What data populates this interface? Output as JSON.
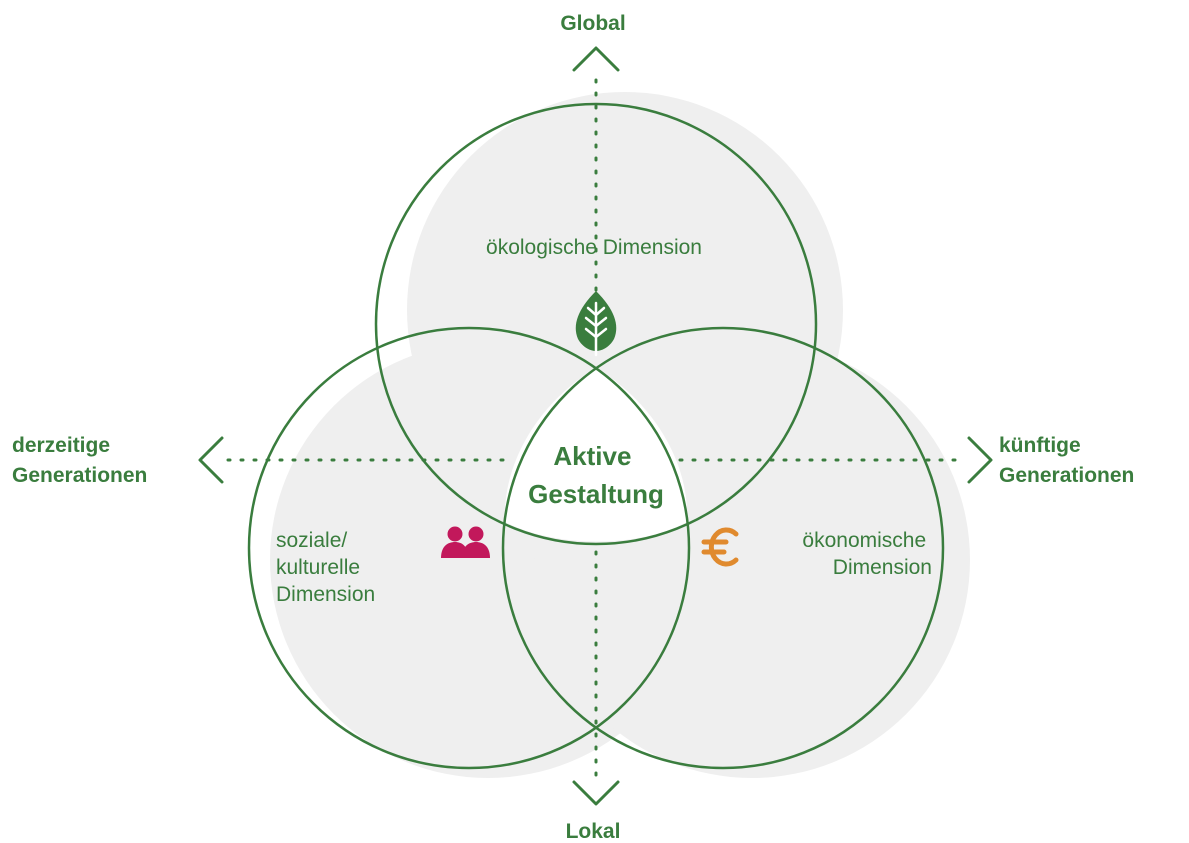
{
  "axes": {
    "top": "Global",
    "bottom": "Lokal",
    "left": [
      "derzeitige",
      "Generationen"
    ],
    "right": [
      "künftige",
      "Generationen"
    ]
  },
  "dimensions": {
    "ecological": [
      "ökologische Dimension"
    ],
    "social": [
      "soziale/",
      "kulturelle",
      "Dimension"
    ],
    "economic": [
      "ökonomische",
      "Dimension"
    ]
  },
  "center": [
    "Aktive",
    "Gestaltung"
  ],
  "icons": {
    "ecological": "leaf-icon",
    "social": "people-icon",
    "economic": "euro-icon"
  },
  "colors": {
    "green": "#3a7d3e",
    "gray_fill": "#efefef",
    "magenta": "#c2185b",
    "orange": "#e08a2e"
  }
}
